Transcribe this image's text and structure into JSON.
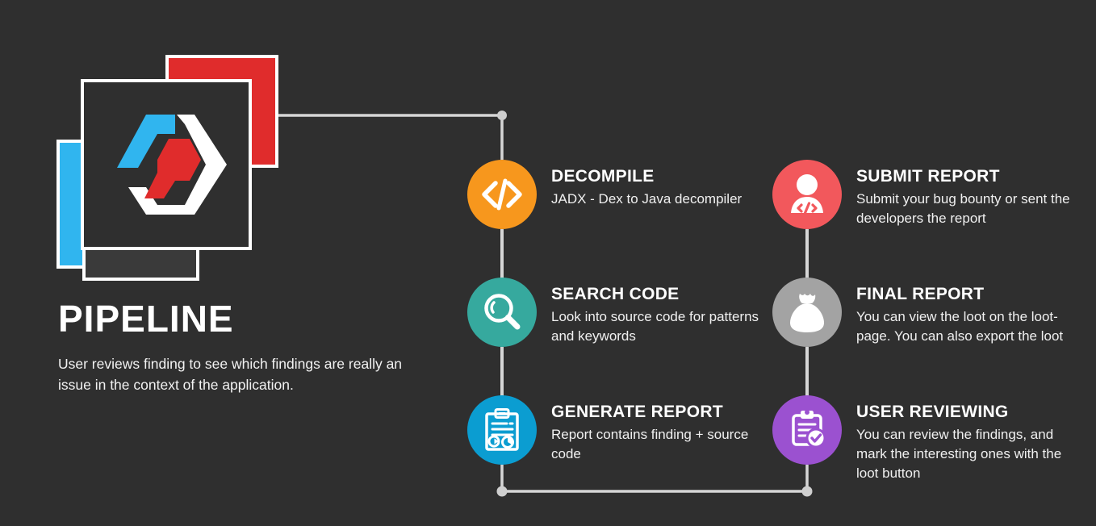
{
  "page": {
    "background_color": "#2f2f2f",
    "title": "PIPELINE",
    "description": "User reviews finding to see which findings are really an issue in the context of the application."
  },
  "logo": {
    "name": "stacked-cards-hexagon-logo",
    "colors": {
      "red": "#e02c2c",
      "blue": "#30b5ef",
      "white": "#ffffff",
      "card": "#2f2f2f"
    }
  },
  "connectors": {
    "color": "#d6d6d6",
    "node_color": "#cfcfcf"
  },
  "steps": [
    {
      "id": "decompile",
      "title": "DECOMPILE",
      "description": "JADX - Dex to Java decompiler",
      "icon": "code-brackets-icon",
      "color": "#f7971d",
      "column": "left",
      "row": 1
    },
    {
      "id": "search-code",
      "title": "SEARCH CODE",
      "description": "Look into source code for patterns and keywords",
      "icon": "magnifier-icon",
      "color": "#36a99e",
      "column": "left",
      "row": 2
    },
    {
      "id": "generate-report",
      "title": "GENERATE REPORT",
      "description": "Report contains finding + source code",
      "icon": "clipboard-chart-icon",
      "color": "#0b9dd1",
      "column": "left",
      "row": 3
    },
    {
      "id": "submit-report",
      "title": "SUBMIT REPORT",
      "description": "Submit your bug bounty or sent the developers the report",
      "icon": "developer-person-icon",
      "color": "#f2585c",
      "column": "right",
      "row": 1
    },
    {
      "id": "final-report",
      "title": "FINAL REPORT",
      "description": "You can view the loot on the loot-page. You can also export the loot",
      "icon": "money-bag-icon",
      "color": "#a3a3a3",
      "column": "right",
      "row": 2
    },
    {
      "id": "user-reviewing",
      "title": "USER REVIEWING",
      "description": "You can review the findings, and mark the interesting ones with the loot button",
      "icon": "clipboard-check-icon",
      "color": "#9b51d0",
      "column": "right",
      "row": 3
    }
  ]
}
